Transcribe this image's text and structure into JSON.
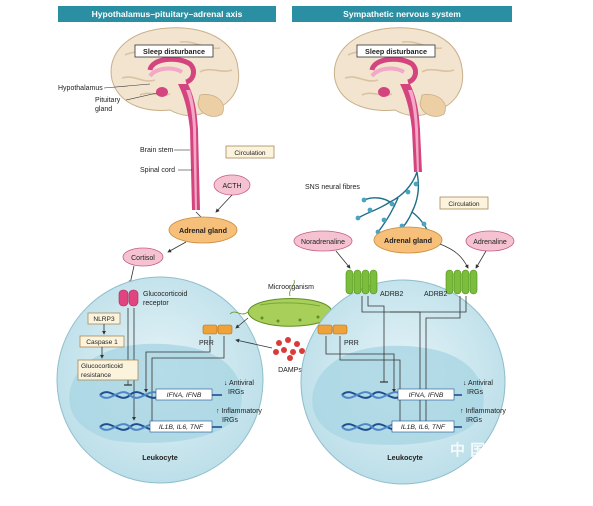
{
  "left_panel": {
    "title": "Hypothalamus–pituitary–adrenal axis",
    "sleep_label": "Sleep disturbance",
    "hypothalamus": "Hypothalamus",
    "pituitary_line1": "Pituitary",
    "pituitary_line2": "gland",
    "brain_stem": "Brain stem",
    "spinal_cord": "Spinal cord",
    "circulation": "Circulation",
    "acth": "ACTH",
    "adrenal": "Adrenal gland",
    "cortisol": "Cortisol",
    "gc_receptor_line1": "Glucocorticoid",
    "gc_receptor_line2": "receptor",
    "nlrp3": "NLRP3",
    "caspase": "Caspase 1",
    "gc_resistance_line1": "Glucocorticoid",
    "gc_resistance_line2": "resistance",
    "prr": "PRR",
    "ifn_genes": "IFNA, IFNB",
    "antiviral_line1": "↓ Antiviral",
    "antiviral_line2": "IRGs",
    "inflam_genes": "IL1B, IL6, TNF",
    "inflam_line1": "↑ Inflammatory",
    "inflam_line2": "IRGs",
    "leukocyte": "Leukocyte"
  },
  "center": {
    "microorganism": "Microorganism",
    "damps": "DAMPs"
  },
  "right_panel": {
    "title": "Sympathetic nervous system",
    "sleep_label": "Sleep disturbance",
    "sns_fibres": "SNS neural fibres",
    "circulation": "Circulation",
    "noradrenaline": "Noradrenaline",
    "adrenal": "Adrenal gland",
    "adrenaline": "Adrenaline",
    "adrb2_left": "ADRB2",
    "adrb2_right": "ADRB2",
    "prr": "PRR",
    "ifn_genes": "IFNA, IFNB",
    "antiviral_line1": "↓ Antiviral",
    "antiviral_line2": "IRGs",
    "inflam_genes": "IL1B, IL6, TNF",
    "inflam_line1": "↑ Inflammatory",
    "inflam_line2": "IRGs",
    "leukocyte": "Leukocyte"
  },
  "watermark": "中  国",
  "colors": {
    "header": "#2a8fa3",
    "brain": "#f2e4cf",
    "brain_fold": "#d9c3a3",
    "brainstem": "#d4457f",
    "brainstem_light": "#f2a8c6",
    "cell": "#cde8ef",
    "nucleus": "#a9d6e3",
    "box_fill": "#fbf3dc",
    "box_stroke": "#a88a5a",
    "adrenal": "#f6c07a",
    "pink_oval": "#f5c2d2",
    "receptor_green": "#7bbd3c",
    "microbe": "#a8cf5a",
    "prr_orange": "#f0a23a",
    "dna_blue": "#1f4f8f",
    "damps_red": "#d93a3a"
  }
}
